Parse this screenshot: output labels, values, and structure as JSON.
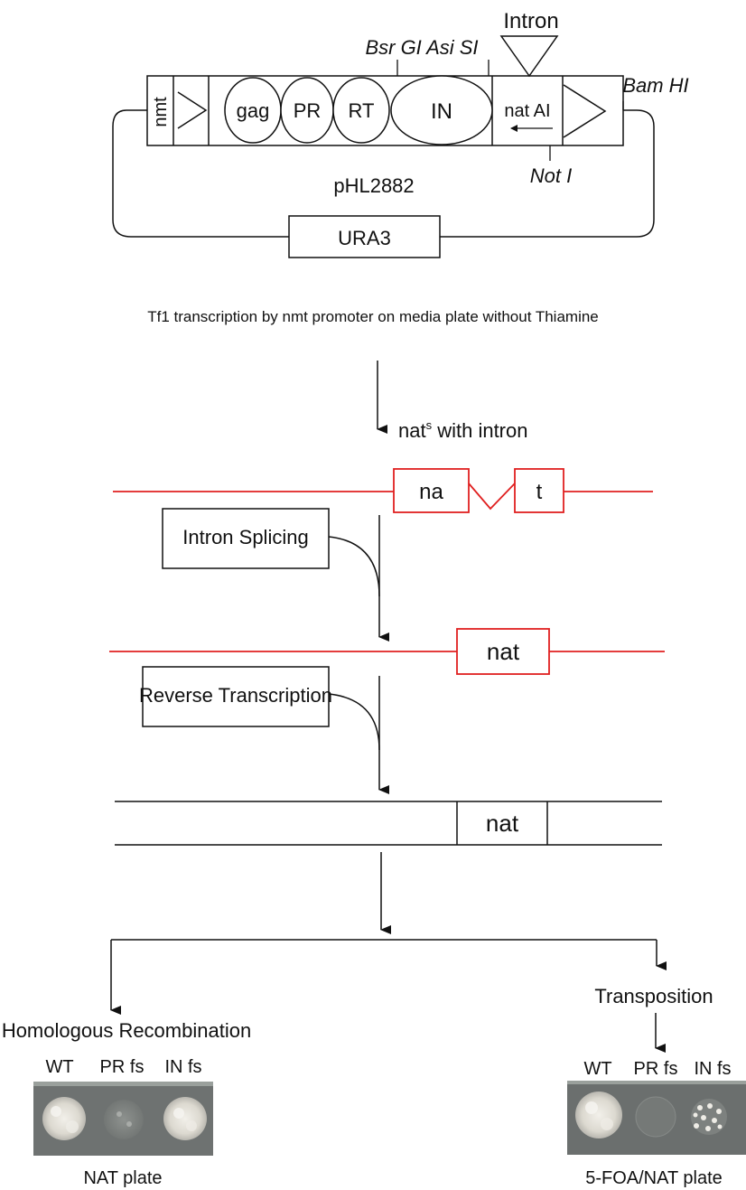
{
  "plasmid": {
    "name": "pHL2882",
    "segments": {
      "nmt": "nmt",
      "gag": "gag",
      "pr": "PR",
      "rt": "RT",
      "in": "IN",
      "nat_ai": "nat AI"
    },
    "marker": "URA3",
    "intron": "Intron",
    "sites": {
      "bsr_asi": "Bsr GI Asi SI",
      "bam_hi": "Bam HI",
      "not_i": "Not I"
    }
  },
  "caption": "Tf1 transcription by nmt promoter on media plate without Thiamine",
  "nat_with_intron": {
    "prefix": "nat",
    "superscript": "s",
    "suffix": " with intron"
  },
  "rna_exons": {
    "left": "na",
    "right": "t"
  },
  "steps": {
    "splicing": "Intron Splicing",
    "reverse_transcription": "Reverse Transcription"
  },
  "spliced_rna_label": "nat",
  "dna_label": "nat",
  "outcomes": {
    "left": {
      "title": "Homologous Recombination",
      "columns": [
        "WT",
        "PR fs",
        "IN fs"
      ],
      "plate_label": "NAT plate"
    },
    "right": {
      "step": "Transposition",
      "columns": [
        "WT",
        "PR fs",
        "IN fs"
      ],
      "plate_label": "5-FOA/NAT plate"
    }
  },
  "colors": {
    "rna": "#e02020",
    "line": "#111111",
    "plate_bg": "#6e7271",
    "colony": "#e8e6e0"
  }
}
